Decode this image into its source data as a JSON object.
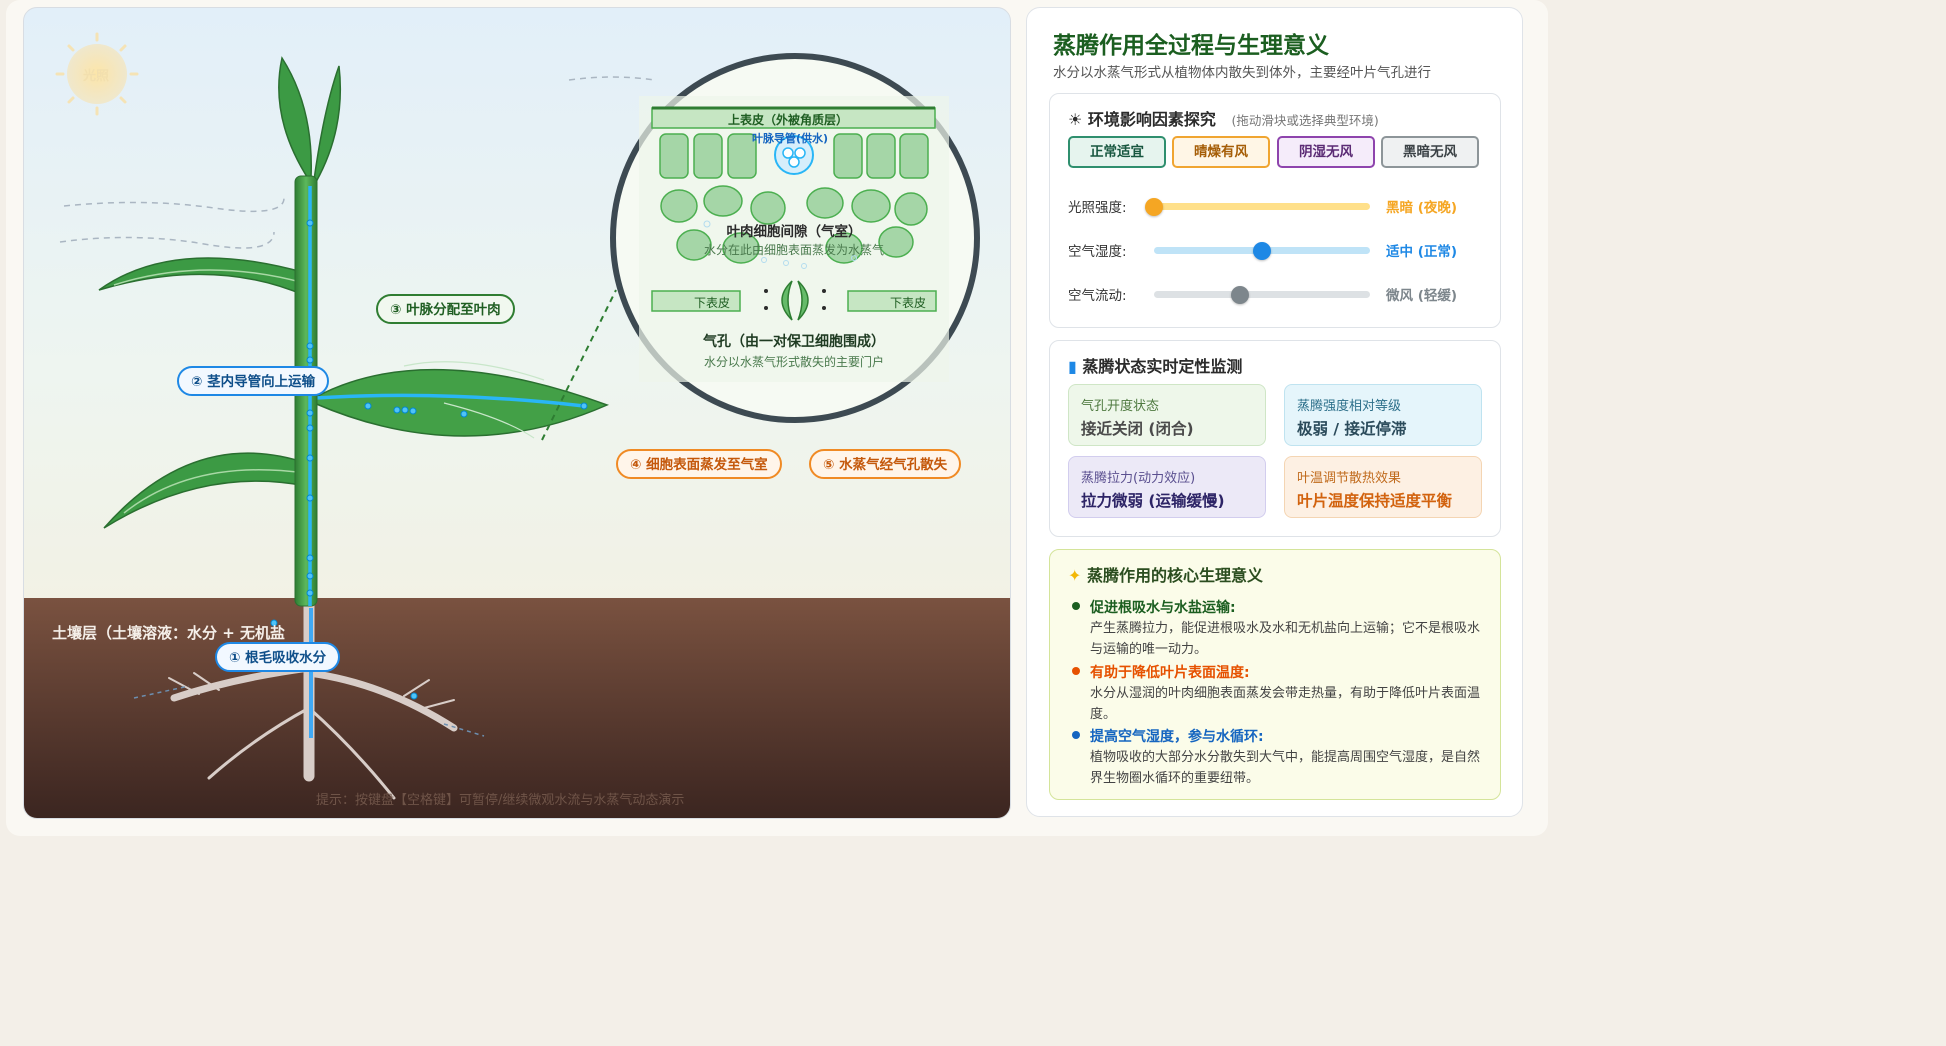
{
  "scene": {
    "sun_label": "光照",
    "soil_label": "土壤层（土壤溶液：水分 + 无机盐",
    "hint": "提示：按键盘【空格键】可暂停/继续微观水流与水蒸气动态演示",
    "steps": [
      {
        "label": "① 根毛吸收水分"
      },
      {
        "label": "② 茎内导管向上运输"
      },
      {
        "label": "③ 叶脉分配至叶肉"
      },
      {
        "label": "④ 细胞表面蒸发至气室"
      },
      {
        "label": "⑤ 水蒸气经气孔散失"
      }
    ],
    "zoom": {
      "upper_epidermis": "上表皮（外被角质层）",
      "vein_vessel": "叶脉导管(供水)",
      "air_space_title": "叶肉细胞间隙（气室）",
      "air_space_desc": "水分在此由细胞表面蒸发为水蒸气",
      "lower_epidermis_left": "下表皮",
      "lower_epidermis_right": "下表皮",
      "stoma_title": "气孔（由一对保卫细胞围成）",
      "stoma_desc": "水分以水蒸气形式散失的主要门户"
    }
  },
  "panel": {
    "title": "蒸腾作用全过程与生理意义",
    "subtitle": "水分以水蒸气形式从植物体内散失到体外，主要经叶片气孔进行",
    "env": {
      "icon": "sun-icon",
      "title": "环境影响因素探究",
      "hint": "(拖动滑块或选择典型环境)",
      "presets": [
        "正常适宜",
        "晴燥有风",
        "阴湿无风",
        "黑暗无风"
      ],
      "sliders": [
        {
          "label": "光照强度:",
          "value_text": "黑暗 (夜晚)",
          "level": 0.0,
          "color": "#f5a623",
          "track": "#ffe08a"
        },
        {
          "label": "空气湿度:",
          "value_text": "适中 (正常)",
          "level": 0.5,
          "color": "#1e88e5",
          "track": "#bfe3f7"
        },
        {
          "label": "空气流动:",
          "value_text": "微风 (轻缓)",
          "level": 0.4,
          "color": "#7d868c",
          "track": "#dde1e4"
        }
      ]
    },
    "monitor": {
      "icon": "bar-chart-icon",
      "title": "蒸腾状态实时定性监测",
      "items": [
        {
          "label": "气孔开度状态",
          "value": "接近关闭 (闭合)"
        },
        {
          "label": "蒸腾强度相对等级",
          "value": "极弱 / 接近停滞"
        },
        {
          "label": "蒸腾拉力(动力效应)",
          "value": "拉力微弱 (运输缓慢)"
        },
        {
          "label": "叶温调节散热效果",
          "value": "叶片温度保持适度平衡"
        }
      ]
    },
    "significance": {
      "icon": "lightbulb-icon",
      "title": "蒸腾作用的核心生理意义",
      "items": [
        {
          "title": "促进根吸水与水盐运输:",
          "body": "产生蒸腾拉力，能促进根吸水及水和无机盐向上运输；它不是根吸水与运输的唯一动力。"
        },
        {
          "title": "有助于降低叶片表面温度:",
          "body": "水分从湿润的叶肉细胞表面蒸发会带走热量，有助于降低叶片表面温度。"
        },
        {
          "title": "提高空气湿度，参与水循环:",
          "body": "植物吸收的大部分水分散失到大气中，能提高周围空气湿度，是自然界生物圈水循环的重要纽带。"
        }
      ]
    }
  }
}
